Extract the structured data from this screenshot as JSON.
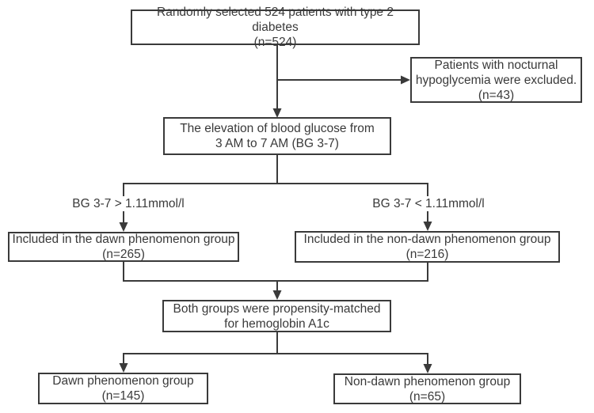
{
  "flowchart": {
    "boxes": {
      "selected": {
        "lines": [
          "Randomly selected 524 patients with type 2 diabetes",
          "(n=524)"
        ]
      },
      "excluded": {
        "lines": [
          "Patients with nocturnal",
          "hypoglycemia were excluded.",
          "(n=43)"
        ]
      },
      "bg_elevation": {
        "lines": [
          "The elevation of blood glucose from",
          "3 AM to 7 AM (BG 3-7)"
        ]
      },
      "dawn_included": {
        "lines": [
          "Included in the dawn phenomenon group",
          "(n=265)"
        ]
      },
      "non_dawn_included": {
        "lines": [
          "Included in the non-dawn phenomenon group",
          "(n=216)"
        ]
      },
      "propensity": {
        "lines": [
          "Both groups were propensity-matched",
          "for hemoglobin A1c"
        ]
      },
      "dawn_group": {
        "lines": [
          "Dawn phenomenon group",
          "(n=145)"
        ]
      },
      "non_dawn_group": {
        "lines": [
          "Non-dawn phenomenon group",
          "(n=65)"
        ]
      }
    },
    "branch_labels": {
      "left": "BG 3-7 > 1.11mmol/l",
      "right": "BG 3-7 < 1.11mmol/l"
    },
    "colors": {
      "line": "#3a3a3a",
      "text": "#3a3a3a",
      "box_border": "#3a3a3a",
      "background": "#ffffff"
    }
  }
}
